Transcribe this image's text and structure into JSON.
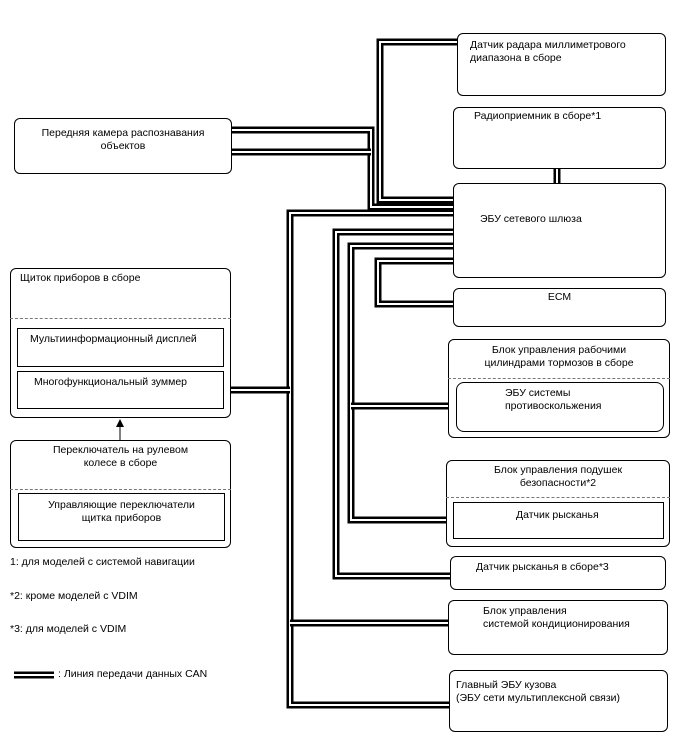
{
  "boxes": {
    "radar": "Датчик радара миллиметрового\nдиапазона в сборе",
    "camera": "Передняя камера распознавания\nобъектов",
    "radio": "Радиоприемник в сборе*1",
    "gateway": "ЭБУ сетевого шлюза",
    "ecm": "ECM",
    "cluster": "Щиток приборов в сборе",
    "mid": "Мультиинформационный дисплей",
    "buzzer": "Многофункциональный зуммер",
    "brake": "Блок управления рабочими\nцилиндрами тормозов в сборе",
    "precrash": "ЭБУ системы\nпротивоскольжения",
    "steering": "Переключатель на рулевом\nколесе в сборе",
    "steering_sw": "Управляющие переключатели\nщитка приборов",
    "airbag": "Блок управления подушек\nбезопасности*2",
    "yaw": "Датчик рысканья",
    "yaw_assy": "Датчик рысканья в сборе*3",
    "ac": "Блок управления\nсистемой кондиционирования",
    "body": "Главный ЭБУ кузова\n(ЭБУ сети мультиплексной связи)"
  },
  "notes": {
    "n1": "1: для моделей с системой навигации",
    "n2": "*2: кроме моделей с VDIM",
    "n3": "*3: для моделей с VDIM"
  },
  "legend": {
    "text": ": Линия передачи данных CAN"
  }
}
